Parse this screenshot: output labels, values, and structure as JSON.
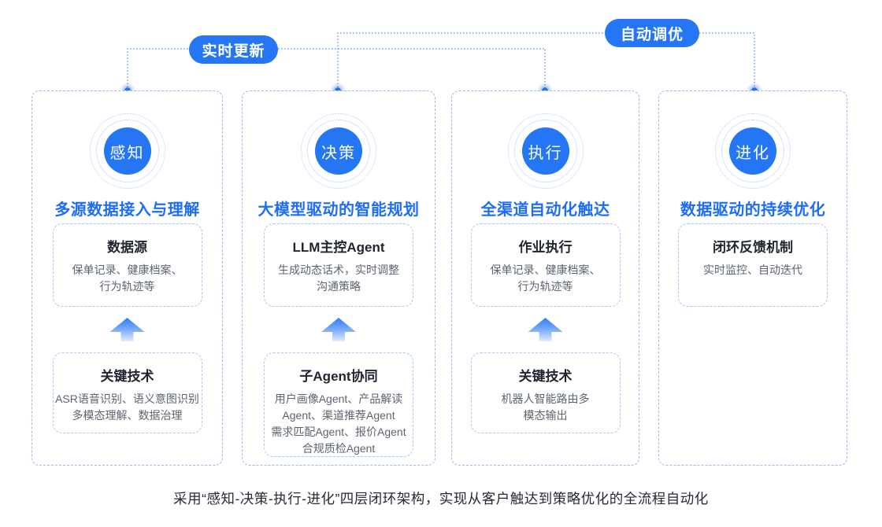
{
  "colors": {
    "accent_blue": "#2476f4",
    "subtitle_blue": "#1e6ef5",
    "connector_blue": "#4d87f0",
    "column_border": "#9db9ea",
    "inner_box_border": "#a9c9f3",
    "title_text": "#1f242e",
    "desc_text": "#5c6470",
    "caption_text": "#262a33"
  },
  "pills": [
    {
      "label": "实时更新"
    },
    {
      "label": "自动调优"
    }
  ],
  "columns": [
    {
      "stage": "感知",
      "subtitle": "多源数据接入与理解",
      "top_box": {
        "title": "数据源",
        "desc": "保单记录、健康档案、\n行为轨迹等"
      },
      "arrow_icon": "up-arrow",
      "bottom_box": {
        "title": "关键技术",
        "desc": "ASR语音识别、语义意图识别\n多模态理解、数据治理"
      }
    },
    {
      "stage": "决策",
      "subtitle": "大模型驱动的智能规划",
      "top_box": {
        "title": "LLM主控Agent",
        "desc": "生成动态话术，实时调整\n沟通策略"
      },
      "arrow_icon": "up-arrow",
      "bottom_box": {
        "title": "子Agent协同",
        "desc": "用户画像Agent、产品解读\nAgent、渠道推荐Agent\n需求匹配Agent、报价Agent\n合规质检Agent"
      }
    },
    {
      "stage": "执行",
      "subtitle": "全渠道自动化触达",
      "top_box": {
        "title": "作业执行",
        "desc": "保单记录、健康档案、\n行为轨迹等"
      },
      "arrow_icon": "up-arrow",
      "bottom_box": {
        "title": "关键技术",
        "desc": "机器人智能路由多\n模态输出"
      }
    },
    {
      "stage": "进化",
      "subtitle": "数据驱动的持续优化",
      "top_box": {
        "title": "闭环反馈机制",
        "desc": "实时监控、自动迭代"
      }
    }
  ],
  "caption": "采用“感知-决策-执行-进化”四层闭环架构，实现从客户触达到策略优化的全流程自动化"
}
